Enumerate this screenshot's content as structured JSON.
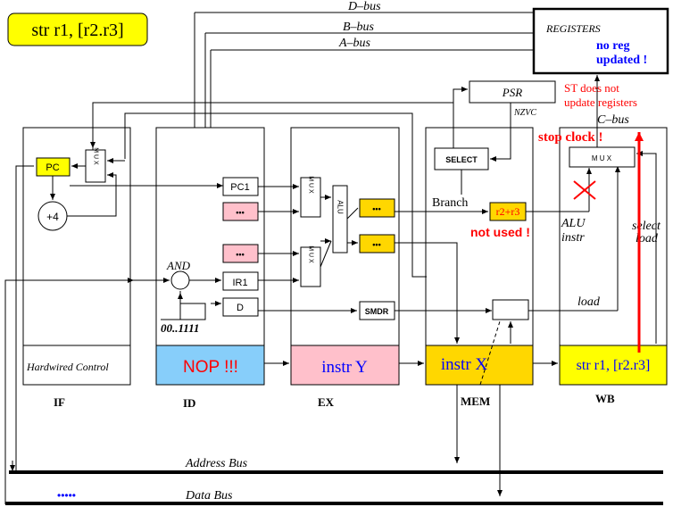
{
  "title": "str r1, [r2.r3]",
  "buses": {
    "d_bus": "D–bus",
    "b_bus": "B–bus",
    "a_bus": "A–bus",
    "c_bus": "C–bus",
    "address_bus": "Address Bus",
    "data_bus": "Data Bus"
  },
  "registers": {
    "label": "REGISTERS",
    "note_line1": "no reg",
    "note_line2": "updated !"
  },
  "psr": {
    "label": "PSR",
    "flags": "NZVC"
  },
  "annotations": {
    "st_line1": "ST does not",
    "st_line2": "update registers",
    "stop_clock": "stop clock !",
    "not_used": "not used !",
    "branch": "Branch",
    "alu_line1": "ALU",
    "alu_line2": "instr",
    "select_line1": "select",
    "select_line2": "load",
    "load": "load",
    "and": "AND",
    "nop_fill": "00..1111",
    "dots": "•••••"
  },
  "blocks": {
    "pc": "PC",
    "plus4": "+4",
    "mux": "M U X",
    "mux_h": "M U X",
    "pc1": "PC1",
    "ir1": "IR1",
    "d": "D",
    "alu": "ALU",
    "select": "SELECT",
    "smdr": "SMDR",
    "r2r3": "r2+r3",
    "small_dots": "•••",
    "hardwired": "Hardwired Control"
  },
  "stages": {
    "if": "IF",
    "id": "ID",
    "ex": "EX",
    "mem": "MEM",
    "wb": "WB"
  },
  "stage_instr": {
    "id": "NOP !!!",
    "ex": "instr Y",
    "mem": "instr X",
    "wb": "str r1, [r2.r3]"
  },
  "colors": {
    "yellow": "#ffff00",
    "gold": "#ffd700",
    "pink": "#ffc0cb",
    "sky": "#87cefa",
    "red": "#ff0000",
    "blue": "#0000ff"
  }
}
